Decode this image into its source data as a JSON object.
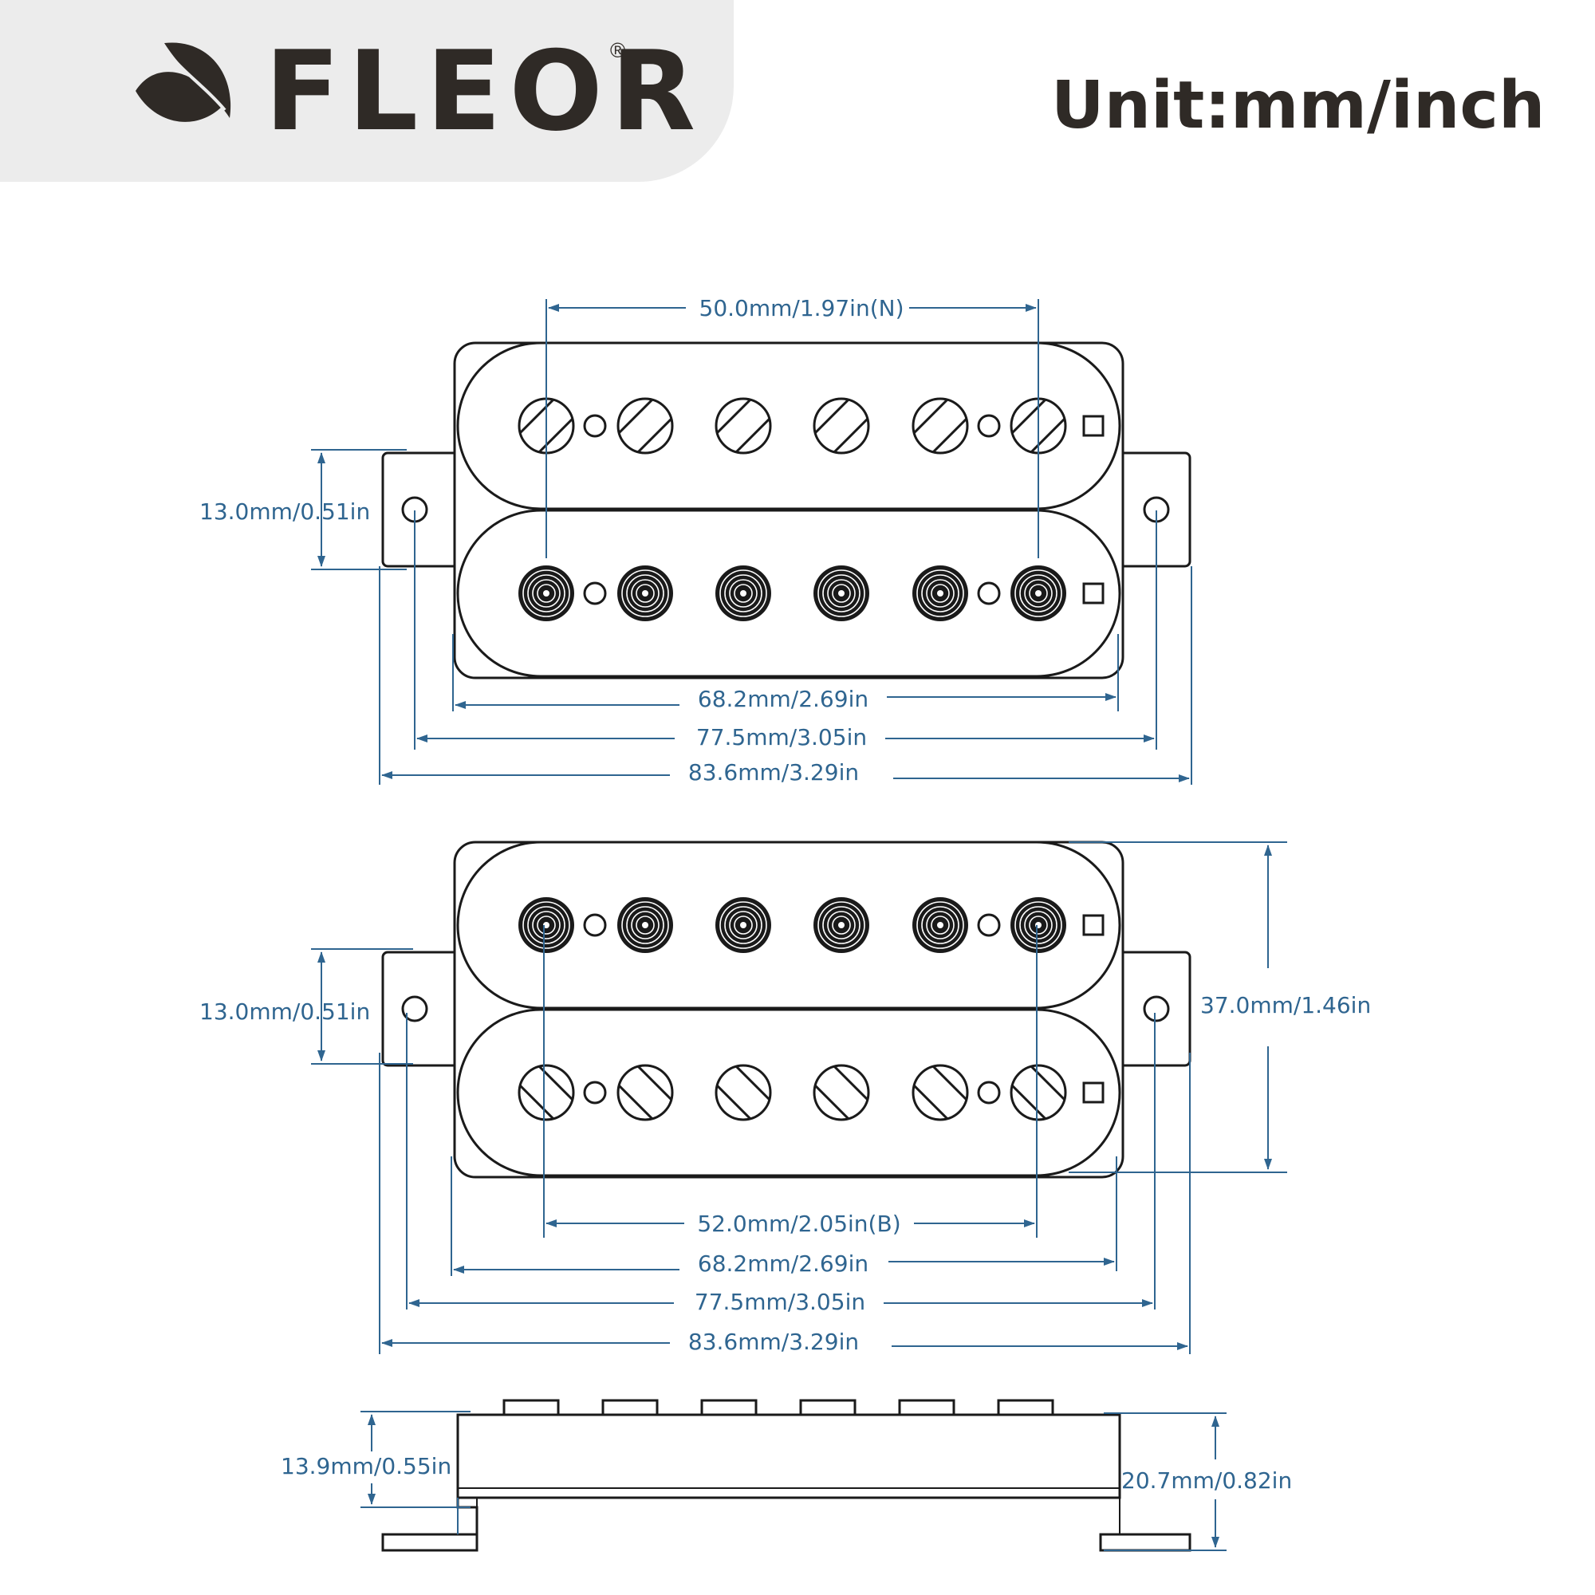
{
  "brand": {
    "name": "FLEOR",
    "registered": "®"
  },
  "unit_label": "Unit:mm/inch",
  "top_view_neck": {
    "pole_spacing": "50.0mm/1.97in(N)",
    "ear_height": "13.0mm/0.51in",
    "cover_width": "68.2mm/2.69in",
    "mount_hole_spacing": "77.5mm/3.05in",
    "overall_width": "83.6mm/3.29in"
  },
  "top_view_bridge": {
    "pole_spacing": "52.0mm/2.05in(B)",
    "ear_height": "13.0mm/0.51in",
    "cover_height": "37.0mm/1.46in",
    "cover_width": "68.2mm/2.69in",
    "mount_hole_spacing": "77.5mm/3.05in",
    "overall_width": "83.6mm/3.29in"
  },
  "side_view": {
    "body_height": "13.9mm/0.55in",
    "total_height": "20.7mm/0.82in"
  },
  "colors": {
    "dimension": "#2f6590",
    "outline": "#1a1a1a",
    "brand": "#2f2a26",
    "header_bg": "#ececec"
  },
  "icons": [
    "leaf-logo-icon",
    "slotted-screw-pole-icon",
    "hex-slug-pole-icon",
    "mounting-hole-icon"
  ]
}
